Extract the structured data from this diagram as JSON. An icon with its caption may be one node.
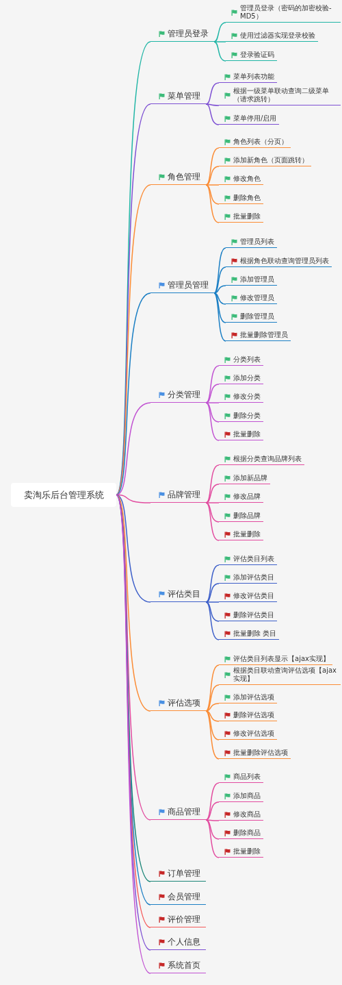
{
  "diagram": {
    "nodes": [
      {
        "text": [
          "卖淘乐后台管理系统"
        ]
      },
      {
        "text": [
          "管理员登录"
        ]
      },
      {
        "text": [
          "管理员登录（密码的加密校验-MD5）"
        ]
      },
      {
        "text": [
          "使用过滤器实现登录校验"
        ]
      },
      {
        "text": [
          "登录验证码"
        ]
      },
      {
        "text": [
          "菜单管理"
        ]
      },
      {
        "text": [
          "菜单列表功能"
        ]
      },
      {
        "text": [
          "根据一级菜单联动查询二级菜单（请求跳转）"
        ]
      },
      {
        "text": [
          "菜单停用/启用"
        ]
      },
      {
        "text": [
          "角色管理"
        ]
      },
      {
        "text": [
          "角色列表（分页）"
        ]
      },
      {
        "text": [
          "添加新角色（页面跳转）"
        ]
      },
      {
        "text": [
          "修改角色"
        ]
      },
      {
        "text": [
          "删除角色"
        ]
      },
      {
        "text": [
          "批量删除"
        ]
      },
      {
        "text": [
          "管理员管理"
        ]
      },
      {
        "text": [
          "管理员列表"
        ]
      },
      {
        "text": [
          "根据角色联动查询管理员列表"
        ]
      },
      {
        "text": [
          "添加管理员"
        ]
      },
      {
        "text": [
          "修改管理员"
        ]
      },
      {
        "text": [
          "删除管理员"
        ]
      },
      {
        "text": [
          "批量删除管理员"
        ]
      },
      {
        "text": [
          "分类管理"
        ]
      },
      {
        "text": [
          "分类列表"
        ]
      },
      {
        "text": [
          "添加分类"
        ]
      },
      {
        "text": [
          "修改分类"
        ]
      },
      {
        "text": [
          "删除分类"
        ]
      },
      {
        "text": [
          "批量删除"
        ]
      },
      {
        "text": [
          "品牌管理"
        ]
      },
      {
        "text": [
          "根据分类查询品牌列表"
        ]
      },
      {
        "text": [
          "添加新品牌"
        ]
      },
      {
        "text": [
          "修改品牌"
        ]
      },
      {
        "text": [
          "删除品牌"
        ]
      },
      {
        "text": [
          "批量删除"
        ]
      },
      {
        "text": [
          "评估类目"
        ]
      },
      {
        "text": [
          "评估类目列表"
        ]
      },
      {
        "text": [
          "添加评估类目"
        ]
      },
      {
        "text": [
          "修改评估类目"
        ]
      },
      {
        "text": [
          "删除评估类目"
        ]
      },
      {
        "text": [
          "批量删除 类目"
        ]
      },
      {
        "text": [
          "评估选项"
        ]
      },
      {
        "text": [
          "评估类目列表显示【ajax实现】"
        ]
      },
      {
        "text": [
          "根据类目联动查询评估选项【ajax实现】"
        ]
      },
      {
        "text": [
          "添加评估选项"
        ]
      },
      {
        "text": [
          "删除评估选项"
        ]
      },
      {
        "text": [
          "修改评估选项"
        ]
      },
      {
        "text": [
          "批量删除评估选项"
        ]
      },
      {
        "text": [
          "商品管理"
        ]
      },
      {
        "text": [
          "商品列表"
        ]
      },
      {
        "text": [
          "添加商品"
        ]
      },
      {
        "text": [
          "修改商品"
        ]
      },
      {
        "text": [
          "删除商品"
        ]
      },
      {
        "text": [
          "批量删除"
        ]
      },
      {
        "text": [
          "订单管理"
        ]
      },
      {
        "text": [
          "会员管理"
        ]
      },
      {
        "text": [
          "评价管理"
        ]
      },
      {
        "text": [
          "个人信息"
        ]
      },
      {
        "text": [
          "系统首页"
        ]
      }
    ],
    "edges": [
      {
        "from": 0,
        "to": 1,
        "arrow": "none",
        "color": "#1fb5a5"
      },
      {
        "from": 1,
        "to": 2,
        "arrow": "none",
        "color": "#1fb5a5"
      },
      {
        "from": 1,
        "to": 3,
        "arrow": "none",
        "color": "#1fb5a5"
      },
      {
        "from": 1,
        "to": 4,
        "arrow": "none",
        "color": "#1fb5a5"
      },
      {
        "from": 0,
        "to": 5,
        "arrow": "none",
        "color": "#7d4fd3"
      },
      {
        "from": 5,
        "to": 6,
        "arrow": "none",
        "color": "#7d4fd3"
      },
      {
        "from": 5,
        "to": 7,
        "arrow": "none",
        "color": "#7d4fd3"
      },
      {
        "from": 5,
        "to": 8,
        "arrow": "none",
        "color": "#7d4fd3"
      },
      {
        "from": 0,
        "to": 9,
        "arrow": "none",
        "color": "#fb8c35"
      },
      {
        "from": 9,
        "to": 10,
        "arrow": "none",
        "color": "#fb8c35"
      },
      {
        "from": 9,
        "to": 11,
        "arrow": "none",
        "color": "#fb8c35"
      },
      {
        "from": 9,
        "to": 12,
        "arrow": "none",
        "color": "#fb8c35"
      },
      {
        "from": 9,
        "to": 13,
        "arrow": "none",
        "color": "#fb8c35"
      },
      {
        "from": 9,
        "to": 14,
        "arrow": "none",
        "color": "#fb8c35"
      },
      {
        "from": 0,
        "to": 15,
        "arrow": "none",
        "color": "#1b7fc4"
      },
      {
        "from": 15,
        "to": 16,
        "arrow": "none",
        "color": "#1b7fc4"
      },
      {
        "from": 15,
        "to": 17,
        "arrow": "none",
        "color": "#1b7fc4"
      },
      {
        "from": 15,
        "to": 18,
        "arrow": "none",
        "color": "#1b7fc4"
      },
      {
        "from": 15,
        "to": 19,
        "arrow": "none",
        "color": "#1b7fc4"
      },
      {
        "from": 15,
        "to": 20,
        "arrow": "none",
        "color": "#1b7fc4"
      },
      {
        "from": 15,
        "to": 21,
        "arrow": "none",
        "color": "#1b7fc4"
      },
      {
        "from": 0,
        "to": 22,
        "arrow": "none",
        "color": "#c152d2"
      },
      {
        "from": 22,
        "to": 23,
        "arrow": "none",
        "color": "#c152d2"
      },
      {
        "from": 22,
        "to": 24,
        "arrow": "none",
        "color": "#c152d2"
      },
      {
        "from": 22,
        "to": 25,
        "arrow": "none",
        "color": "#c152d2"
      },
      {
        "from": 22,
        "to": 26,
        "arrow": "none",
        "color": "#c152d2"
      },
      {
        "from": 22,
        "to": 27,
        "arrow": "none",
        "color": "#c152d2"
      },
      {
        "from": 0,
        "to": 28,
        "arrow": "none",
        "color": "#e24b9f"
      },
      {
        "from": 28,
        "to": 29,
        "arrow": "none",
        "color": "#e24b9f"
      },
      {
        "from": 28,
        "to": 30,
        "arrow": "none",
        "color": "#e24b9f"
      },
      {
        "from": 28,
        "to": 31,
        "arrow": "none",
        "color": "#e24b9f"
      },
      {
        "from": 28,
        "to": 32,
        "arrow": "none",
        "color": "#e24b9f"
      },
      {
        "from": 28,
        "to": 33,
        "arrow": "none",
        "color": "#e24b9f"
      },
      {
        "from": 0,
        "to": 34,
        "arrow": "none",
        "color": "#3d5fc9"
      },
      {
        "from": 34,
        "to": 35,
        "arrow": "none",
        "color": "#3d5fc9"
      },
      {
        "from": 34,
        "to": 36,
        "arrow": "none",
        "color": "#3d5fc9"
      },
      {
        "from": 34,
        "to": 37,
        "arrow": "none",
        "color": "#3d5fc9"
      },
      {
        "from": 34,
        "to": 38,
        "arrow": "none",
        "color": "#3d5fc9"
      },
      {
        "from": 34,
        "to": 39,
        "arrow": "none",
        "color": "#3d5fc9"
      },
      {
        "from": 0,
        "to": 40,
        "arrow": "none",
        "color": "#fb8c35"
      },
      {
        "from": 40,
        "to": 41,
        "arrow": "none",
        "color": "#fb8c35"
      },
      {
        "from": 40,
        "to": 42,
        "arrow": "none",
        "color": "#fb8c35"
      },
      {
        "from": 40,
        "to": 43,
        "arrow": "none",
        "color": "#fb8c35"
      },
      {
        "from": 40,
        "to": 44,
        "arrow": "none",
        "color": "#fb8c35"
      },
      {
        "from": 40,
        "to": 45,
        "arrow": "none",
        "color": "#fb8c35"
      },
      {
        "from": 40,
        "to": 46,
        "arrow": "none",
        "color": "#fb8c35"
      },
      {
        "from": 0,
        "to": 47,
        "arrow": "none",
        "color": "#e24b9f"
      },
      {
        "from": 47,
        "to": 48,
        "arrow": "none",
        "color": "#e24b9f"
      },
      {
        "from": 47,
        "to": 49,
        "arrow": "none",
        "color": "#e24b9f"
      },
      {
        "from": 47,
        "to": 50,
        "arrow": "none",
        "color": "#e24b9f"
      },
      {
        "from": 47,
        "to": 51,
        "arrow": "none",
        "color": "#e24b9f"
      },
      {
        "from": 47,
        "to": 52,
        "arrow": "none",
        "color": "#e24b9f"
      },
      {
        "from": 0,
        "to": 53,
        "arrow": "none",
        "color": "#1a8577"
      },
      {
        "from": 0,
        "to": 54,
        "arrow": "none",
        "color": "#1b7fc4"
      },
      {
        "from": 0,
        "to": 55,
        "arrow": "none",
        "color": "#f65a5a"
      },
      {
        "from": 0,
        "to": 56,
        "arrow": "none",
        "color": "#7d4fd3"
      },
      {
        "from": 0,
        "to": 57,
        "arrow": "none",
        "color": "#c152d2"
      }
    ]
  }
}
